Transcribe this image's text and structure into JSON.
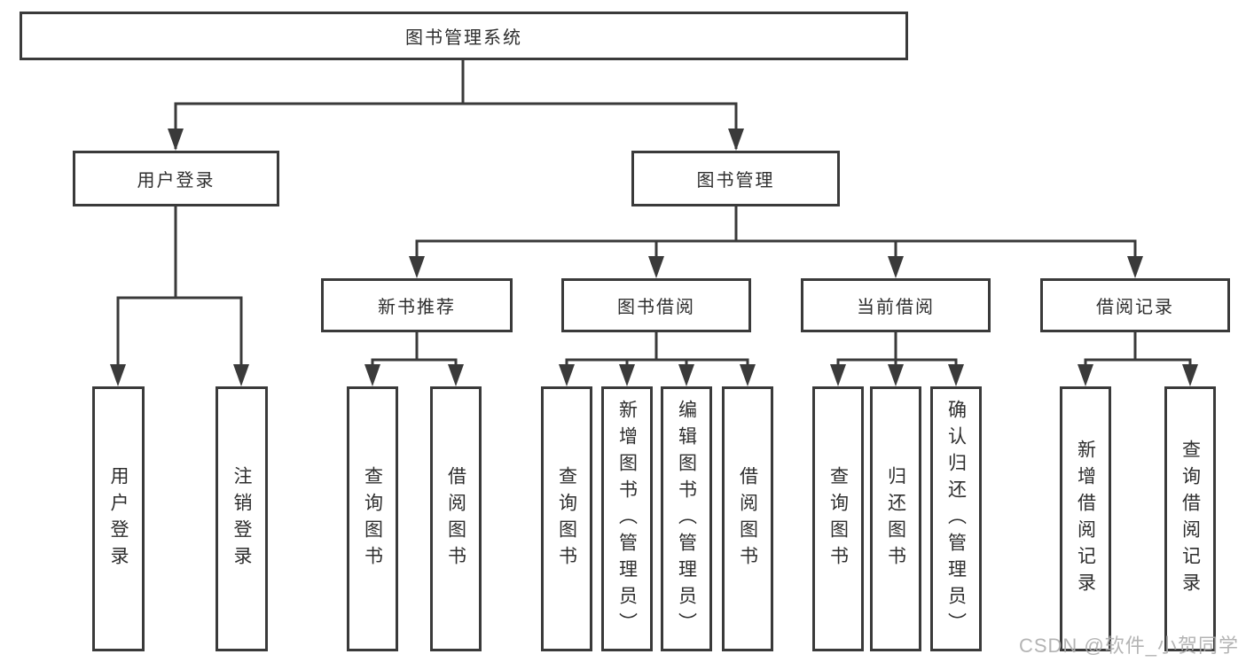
{
  "tree": {
    "root": {
      "label": "图书管理系统"
    },
    "branches": [
      {
        "label": "用户登录",
        "children": [
          {
            "label": "用户登录"
          },
          {
            "label": "注销登录"
          }
        ]
      },
      {
        "label": "图书管理",
        "groups": [
          {
            "label": "新书推荐",
            "children": [
              {
                "label": "查询图书"
              },
              {
                "label": "借阅图书"
              }
            ]
          },
          {
            "label": "图书借阅",
            "children": [
              {
                "label": "查询图书"
              },
              {
                "label": "新增图书（管理员）"
              },
              {
                "label": "编辑图书（管理员）"
              },
              {
                "label": "借阅图书"
              }
            ]
          },
          {
            "label": "当前借阅",
            "children": [
              {
                "label": "查询图书"
              },
              {
                "label": "归还图书"
              },
              {
                "label": "确认归还（管理员）"
              }
            ]
          },
          {
            "label": "借阅记录",
            "children": [
              {
                "label": "新增借阅记录"
              },
              {
                "label": "查询借阅记录"
              }
            ]
          }
        ]
      }
    ]
  },
  "watermark": {
    "text": "CSDN @软件_小贺同学"
  },
  "style": {
    "line_color": "#3a3a3a",
    "text_color": "#2e2e2e",
    "watermark_color": "#acacac",
    "background": "#ffffff"
  }
}
